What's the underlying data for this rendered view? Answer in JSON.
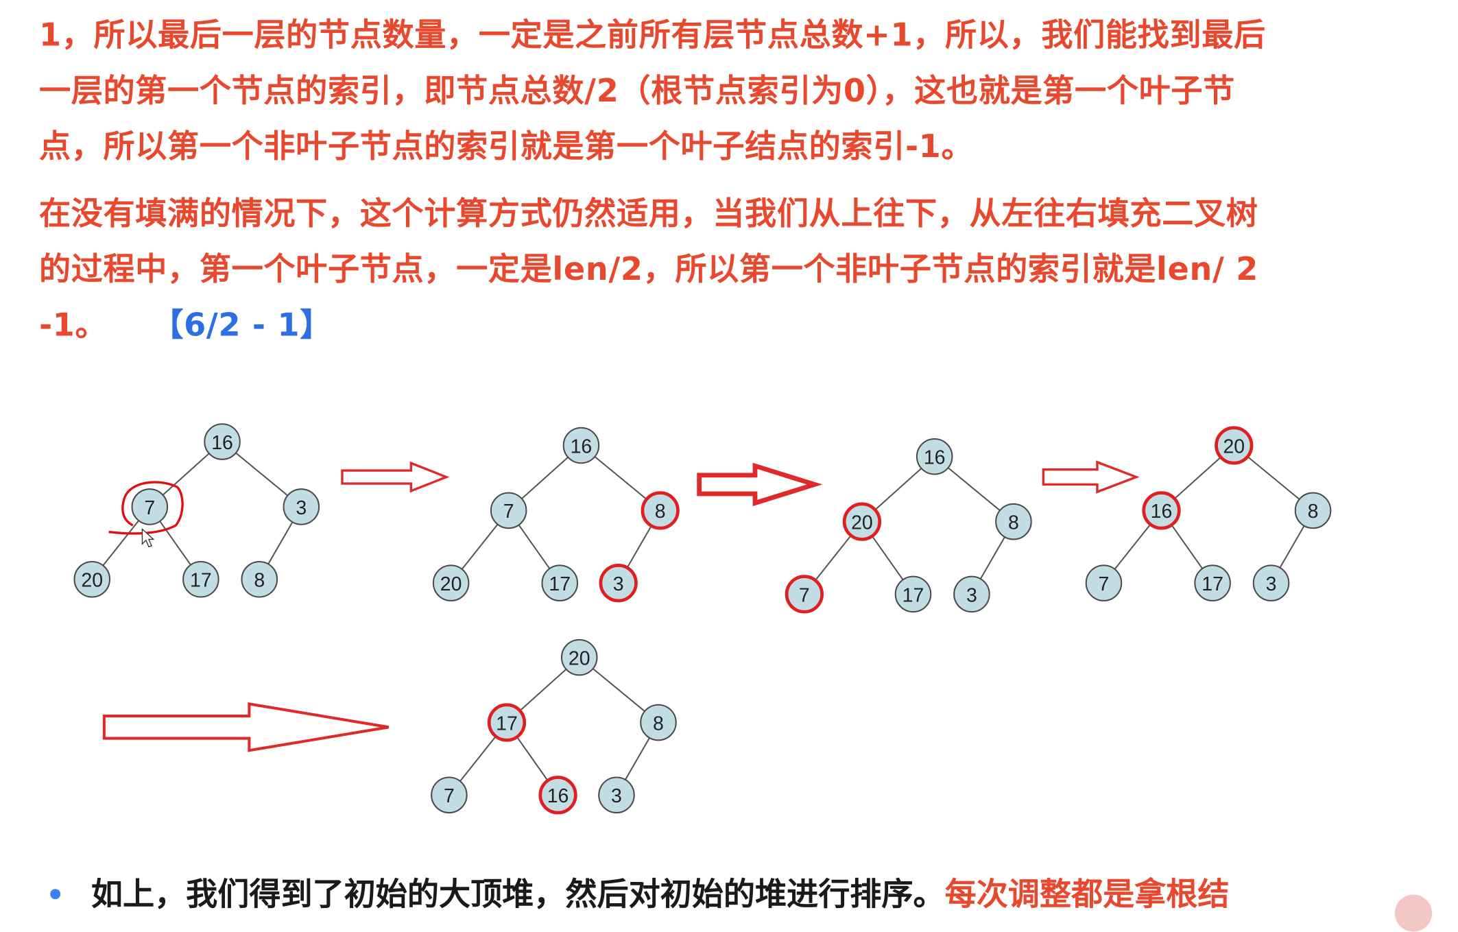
{
  "text": {
    "para1_lines": [
      "1，所以最后一层的节点数量，一定是之前所有层节点总数+1，所以，我们能找到最后",
      "一层的第一个节点的索引，即节点总数/2（根节点索引为0），这也就是第一个叶子节",
      "点，所以第一个非叶子节点的索引就是第一个叶子结点的索引-1。"
    ],
    "para2_lines": [
      "在没有填满的情况下，这个计算方式仍然适用，当我们从上往下，从左往右填充二叉树",
      "的过程中，第一个叶子节点，一定是len/2，所以第一个非叶子节点的索引就是len/ 2"
    ],
    "para2_last": "-1。",
    "formula": "【6/2 - 1】",
    "bottom_black": "如上，我们得到了初始的大顶堆，然后对初始的堆进行排序。",
    "bottom_red": "每次调整都是拿根结"
  },
  "colors": {
    "text_red": "#e8482e",
    "formula_blue": "#2b6fe0",
    "node_fill": "#c3dde4",
    "node_stroke": "#4a4a4a",
    "highlight": "#e02020",
    "bullet": "#3b82f6"
  },
  "trees": [
    {
      "values": [
        "16",
        "7",
        "3",
        "20",
        "17",
        "8"
      ],
      "highlighted": [],
      "hand_circled": [
        1
      ]
    },
    {
      "values": [
        "16",
        "7",
        "8",
        "20",
        "17",
        "3"
      ],
      "highlighted": [
        2,
        5
      ]
    },
    {
      "values": [
        "16",
        "20",
        "8",
        "7",
        "17",
        "3"
      ],
      "highlighted": [
        1,
        3
      ]
    },
    {
      "values": [
        "20",
        "16",
        "8",
        "7",
        "17",
        "3"
      ],
      "highlighted": [
        0,
        1
      ]
    },
    {
      "values": [
        "20",
        "17",
        "8",
        "7",
        "16",
        "3"
      ],
      "highlighted": [
        1,
        4
      ]
    }
  ],
  "arrows": [
    "arrow-right",
    "arrow-right",
    "arrow-right",
    "arrow-right"
  ],
  "icons": {
    "cursor": "mouse-pointer-icon",
    "bullet": "bullet-dot-icon"
  }
}
